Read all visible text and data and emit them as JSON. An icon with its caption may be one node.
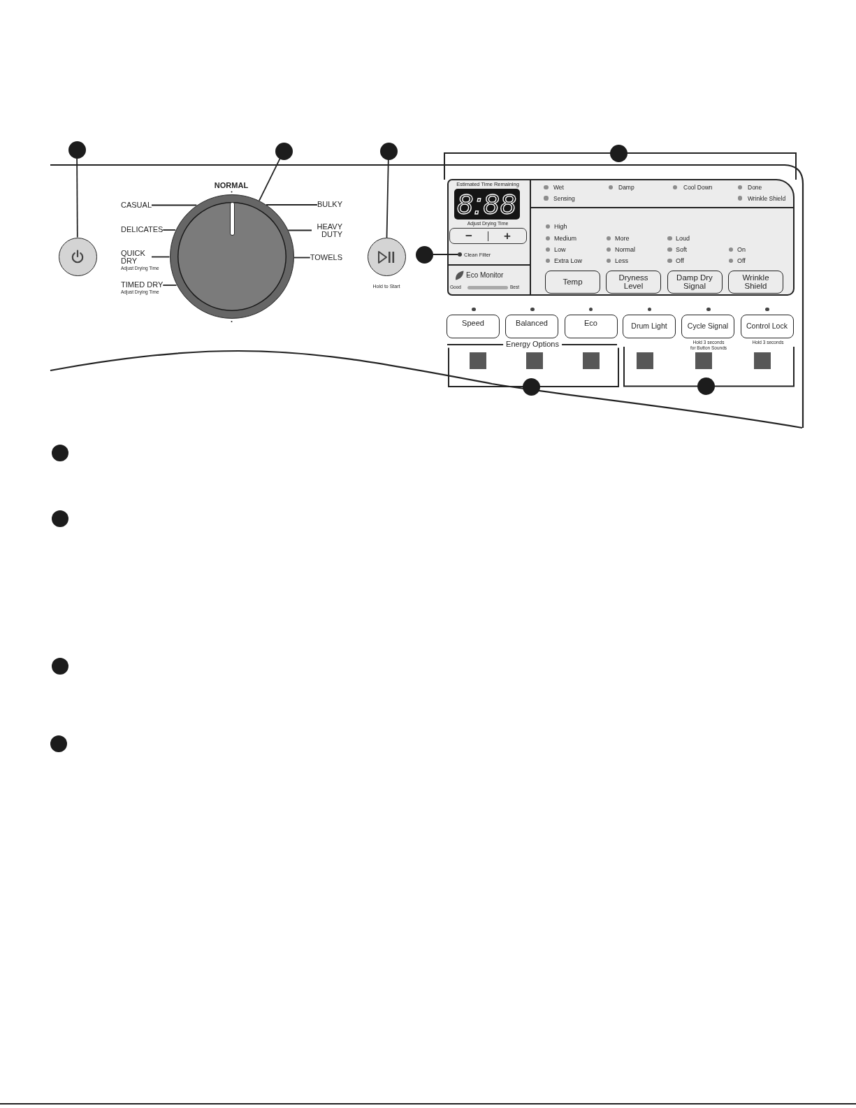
{
  "diagram": {
    "nodes": [
      {
        "text": [],
        "shape": "circle"
      },
      {
        "text": [],
        "shape": "circle"
      },
      {
        "text": [],
        "shape": "circle"
      },
      {
        "text": [],
        "shape": "circle"
      },
      {
        "text": [],
        "shape": "circle"
      },
      {
        "text": [
          "CASUAL"
        ]
      },
      {
        "text": [
          "DELICATES"
        ]
      },
      {
        "text": [
          "QUICK DRY"
        ],
        "beside": [
          "Adjust Drying Time"
        ]
      },
      {
        "text": [
          "TIMED DRY"
        ],
        "beside": [
          "Adjust Drying Time"
        ]
      },
      {
        "text": [],
        "shape": "circle",
        "beside": [
          "NORMAL"
        ]
      },
      {
        "text": [
          "BULKY"
        ]
      },
      {
        "text": [
          "HEAVY DUTY"
        ]
      },
      {
        "text": [
          "TOWELS"
        ]
      },
      {
        "text": [],
        "shape": "circle",
        "beside": [
          "Hold to Start"
        ]
      },
      {
        "text": [],
        "shape": "circle"
      },
      {
        "text": [],
        "shape": "box"
      },
      {
        "text": [
          "8:88"
        ],
        "in": 15,
        "beside": [
          "Estimated Time Remaining"
        ]
      },
      {
        "text": [
          "−",
          "+"
        ],
        "in": 15,
        "beside": [
          "Adjust Drying Time"
        ]
      },
      {
        "text": [
          "Clean Filter"
        ],
        "in": 15
      },
      {
        "text": [
          "Temp"
        ],
        "in": 15
      },
      {
        "text": [
          "Dryness Level"
        ],
        "in": 15
      },
      {
        "text": [
          "Damp Dry Signal"
        ],
        "in": 15
      },
      {
        "text": [
          "Wrinkle Shield"
        ],
        "in": 15
      },
      {
        "text": [
          "Speed"
        ]
      },
      {
        "text": [
          "Balanced"
        ]
      },
      {
        "text": [
          "Eco"
        ]
      },
      {
        "text": [
          "Drum Light"
        ]
      },
      {
        "text": [
          "Cycle Signal"
        ],
        "beside": [
          "Hold 3 seconds for Button Sounds"
        ]
      },
      {
        "text": [
          "Control Lock"
        ],
        "beside": [
          "Hold 3 seconds"
        ]
      },
      {
        "text": [],
        "shape": "box"
      },
      {
        "text": [],
        "shape": "box"
      },
      {
        "text": [],
        "shape": "box"
      },
      {
        "text": [],
        "shape": "box"
      },
      {
        "text": [],
        "shape": "box"
      },
      {
        "text": [],
        "shape": "box"
      },
      {
        "text": [],
        "shape": "circle"
      },
      {
        "text": [],
        "shape": "circle"
      },
      {
        "text": [],
        "shape": "circle"
      },
      {
        "text": [],
        "shape": "circle"
      },
      {
        "text": [],
        "shape": "circle"
      },
      {
        "text": [],
        "shape": "circle"
      }
    ],
    "edges": [
      {
        "from": 0,
        "to": 4,
        "arrow": "none"
      },
      {
        "from": 1,
        "to": 9,
        "arrow": "none"
      },
      {
        "from": 2,
        "to": 13,
        "arrow": "none"
      },
      {
        "from": 14,
        "to": 18,
        "arrow": "none"
      },
      {
        "from": 5,
        "to": 9,
        "arrow": "none"
      },
      {
        "from": 6,
        "to": 9,
        "arrow": "none"
      },
      {
        "from": 7,
        "to": 9,
        "arrow": "none"
      },
      {
        "from": 8,
        "to": 9,
        "arrow": "none"
      },
      {
        "from": 10,
        "to": 9,
        "arrow": "none"
      },
      {
        "from": 11,
        "to": 9,
        "arrow": "none"
      },
      {
        "from": 12,
        "to": 9,
        "arrow": "none"
      }
    ],
    "labels": [
      "Wet",
      "Damp",
      "Cool Down",
      "Done",
      "Sensing",
      "Wrinkle Shield",
      "High",
      "Medium",
      "More",
      "Loud",
      "Low",
      "Normal",
      "Soft",
      "On",
      "Extra Low",
      "Less",
      "Off",
      "Off",
      "Eco Monitor",
      "Good",
      "Best",
      "Energy Options"
    ]
  }
}
